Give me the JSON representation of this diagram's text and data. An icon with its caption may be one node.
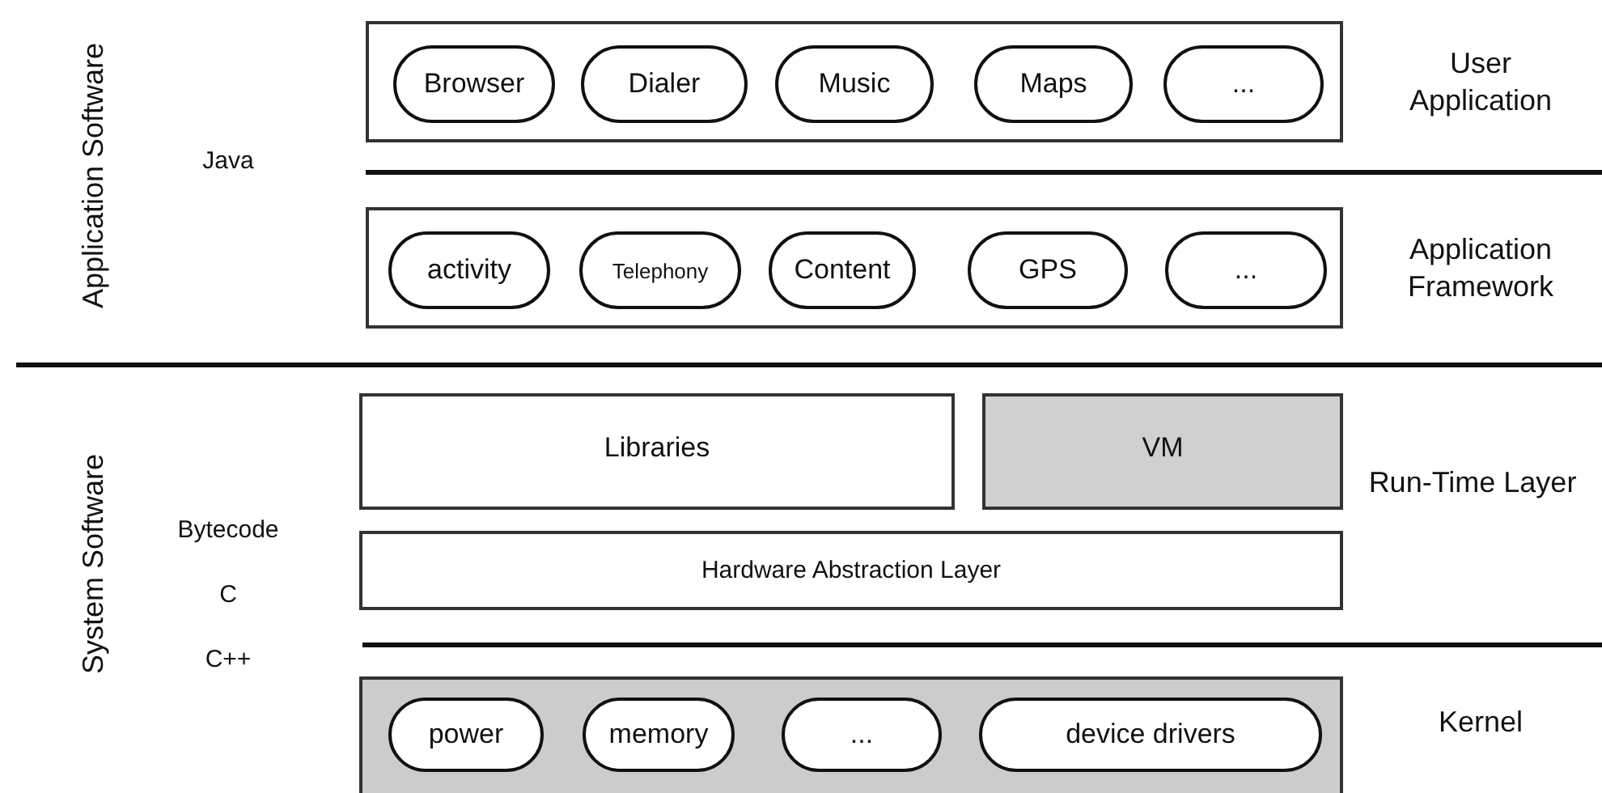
{
  "diagram": {
    "nodes": [
      {
        "text": [
          "User Application"
        ]
      },
      {
        "text": [
          "Browser"
        ],
        "in": 0
      },
      {
        "text": [
          "Dialer"
        ],
        "in": 0
      },
      {
        "text": [
          "Music"
        ],
        "in": 0
      },
      {
        "text": [
          "Maps"
        ],
        "in": 0
      },
      {
        "text": [
          "..."
        ],
        "in": 0
      },
      {
        "text": [
          "Application Framework"
        ]
      },
      {
        "text": [
          "activity"
        ],
        "in": 6
      },
      {
        "text": [
          "Telephony"
        ],
        "in": 6
      },
      {
        "text": [
          "Content"
        ],
        "in": 6
      },
      {
        "text": [
          "GPS"
        ],
        "in": 6
      },
      {
        "text": [
          "..."
        ],
        "in": 6
      },
      {
        "text": [
          "Libraries"
        ]
      },
      {
        "text": [
          "VM"
        ]
      },
      {
        "text": [
          "Hardware Abstraction Layer"
        ]
      },
      {
        "text": [
          "Kernel"
        ]
      },
      {
        "text": [
          "power"
        ],
        "in": 15
      },
      {
        "text": [
          "memory"
        ],
        "in": 15
      },
      {
        "text": [
          "..."
        ],
        "in": 15
      },
      {
        "text": [
          "device drivers"
        ],
        "in": 15
      }
    ],
    "edges": [],
    "labels": [
      "Application Software",
      "Java",
      "System Software",
      "Bytecode",
      "C",
      "C++",
      "Run-Time Layer"
    ]
  }
}
